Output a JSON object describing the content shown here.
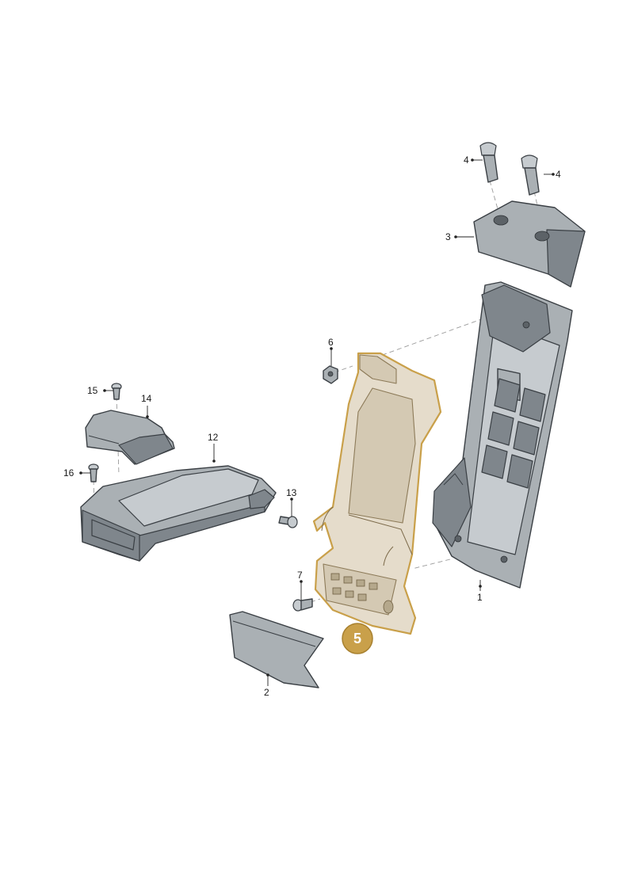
{
  "diagram": {
    "highlight_color": "#c9a04a",
    "highlighted_part": "5",
    "callouts": [
      {
        "id": "c1",
        "text": "1"
      },
      {
        "id": "c2",
        "text": "2"
      },
      {
        "id": "c3",
        "text": "3"
      },
      {
        "id": "c4a",
        "text": "4"
      },
      {
        "id": "c4b",
        "text": "4"
      },
      {
        "id": "c6",
        "text": "6"
      },
      {
        "id": "c7",
        "text": "7"
      },
      {
        "id": "c12",
        "text": "12"
      },
      {
        "id": "c13",
        "text": "13"
      },
      {
        "id": "c14",
        "text": "14"
      },
      {
        "id": "c15",
        "text": "15"
      },
      {
        "id": "c16",
        "text": "16"
      }
    ],
    "badge": {
      "text": "5"
    }
  }
}
